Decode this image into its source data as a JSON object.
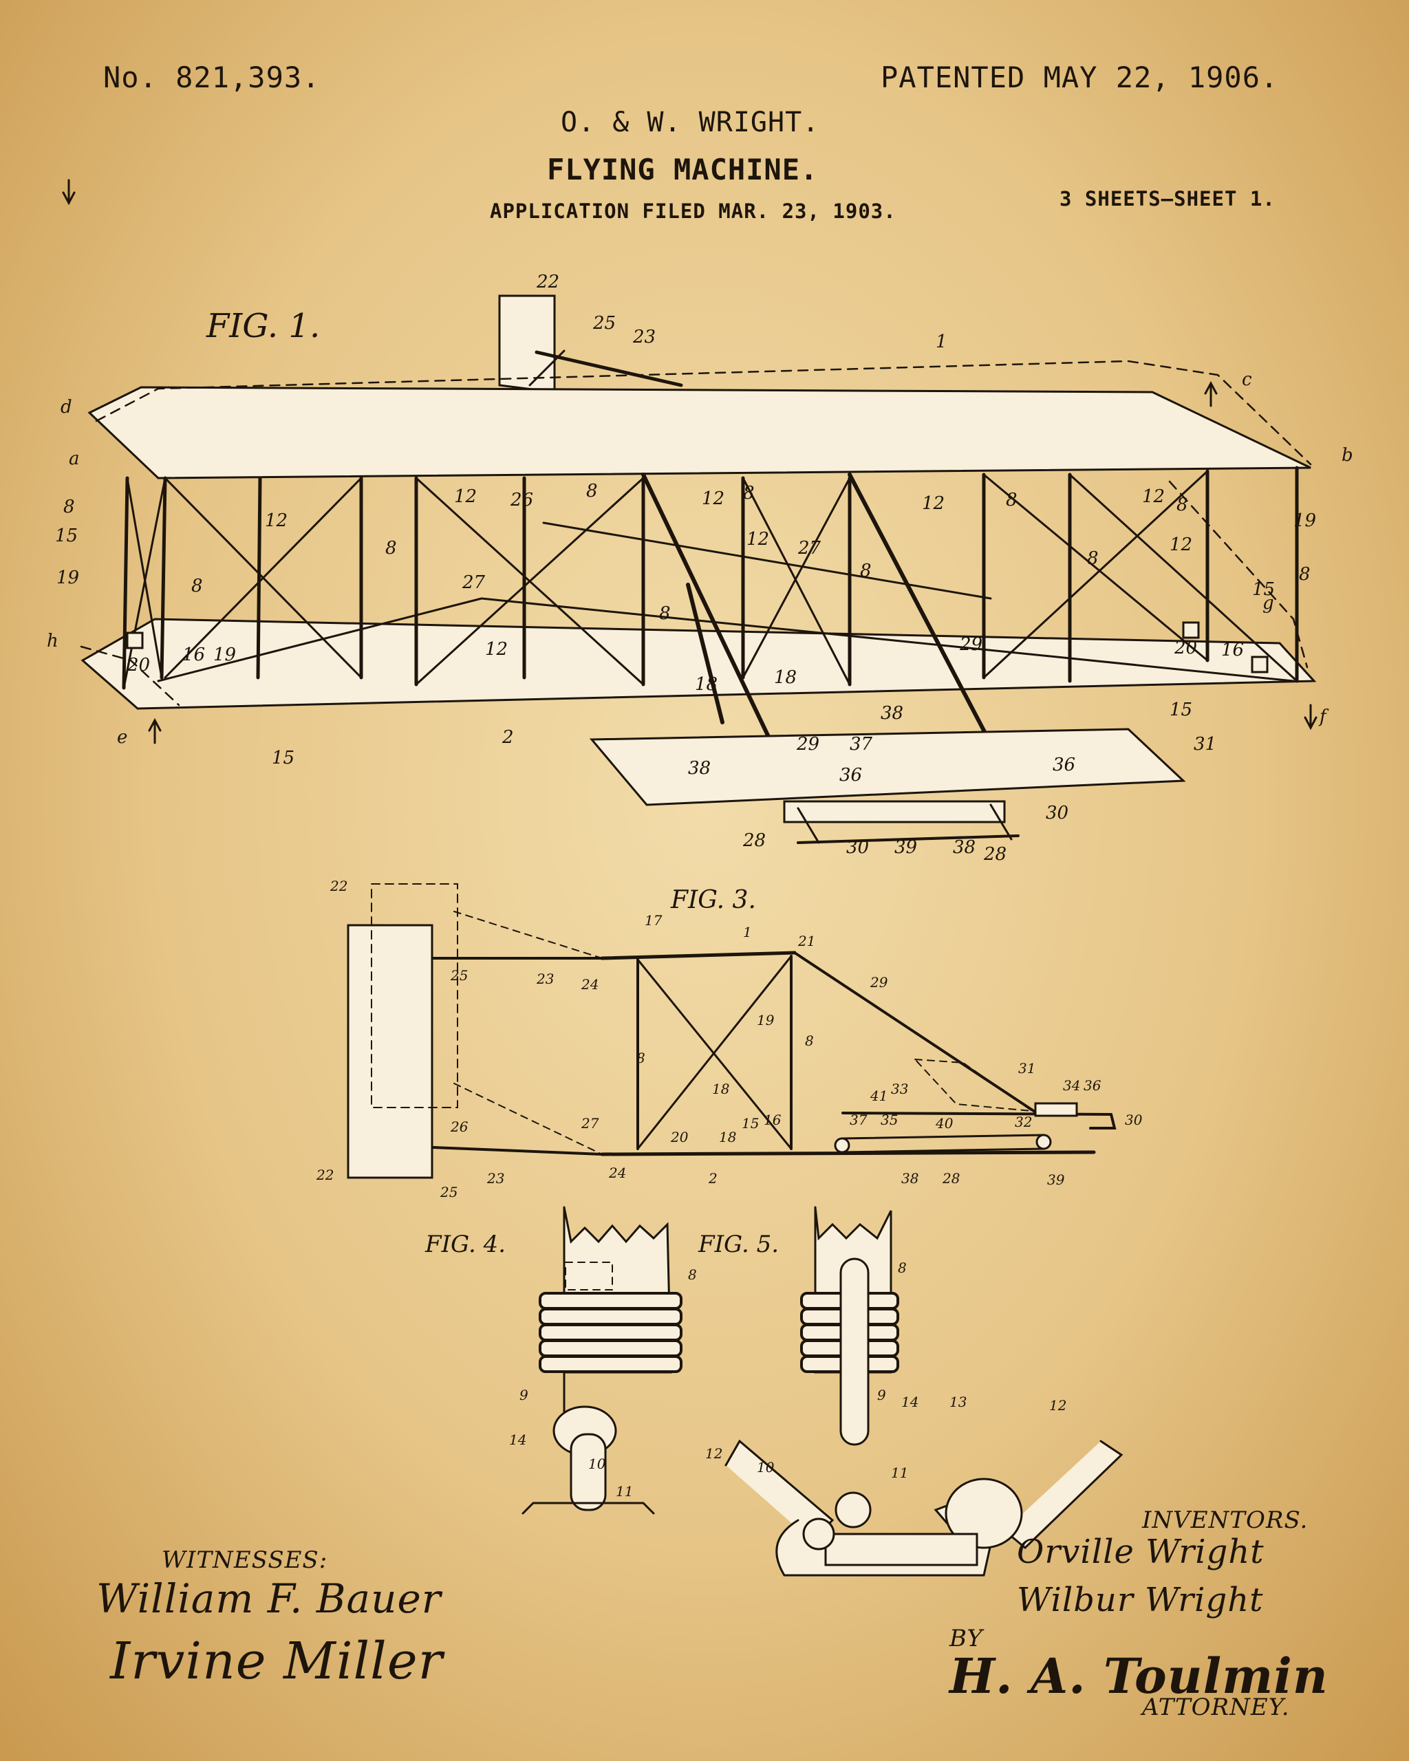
{
  "header": {
    "patent_no": "No. 821,393.",
    "patented": "PATENTED MAY 22, 1906.",
    "inventors_line": "O. & W. WRIGHT.",
    "title": "FLYING MACHINE.",
    "application": "APPLICATION FILED MAR. 23, 1903.",
    "sheets": "3 SHEETS—SHEET 1."
  },
  "figures": {
    "fig1": "FIG. 1.",
    "fig3": "FIG. 3.",
    "fig4": "FIG. 4.",
    "fig5": "FIG. 5."
  },
  "footer": {
    "witnesses_label": "WITNESSES:",
    "witness_1": "William F. Bauer",
    "witness_2": "Irvine Miller",
    "inventors_label": "INVENTORS.",
    "inventor_1": "Orville Wright",
    "inventor_2": "Wilbur Wright",
    "by_label": "BY",
    "attorney_signature": "H. A. Toulmin",
    "attorney_label": "ATTORNEY."
  },
  "colors": {
    "paper": "#e6c587",
    "ink": "#1d150c",
    "drawing_fill": "#f8efdc"
  }
}
